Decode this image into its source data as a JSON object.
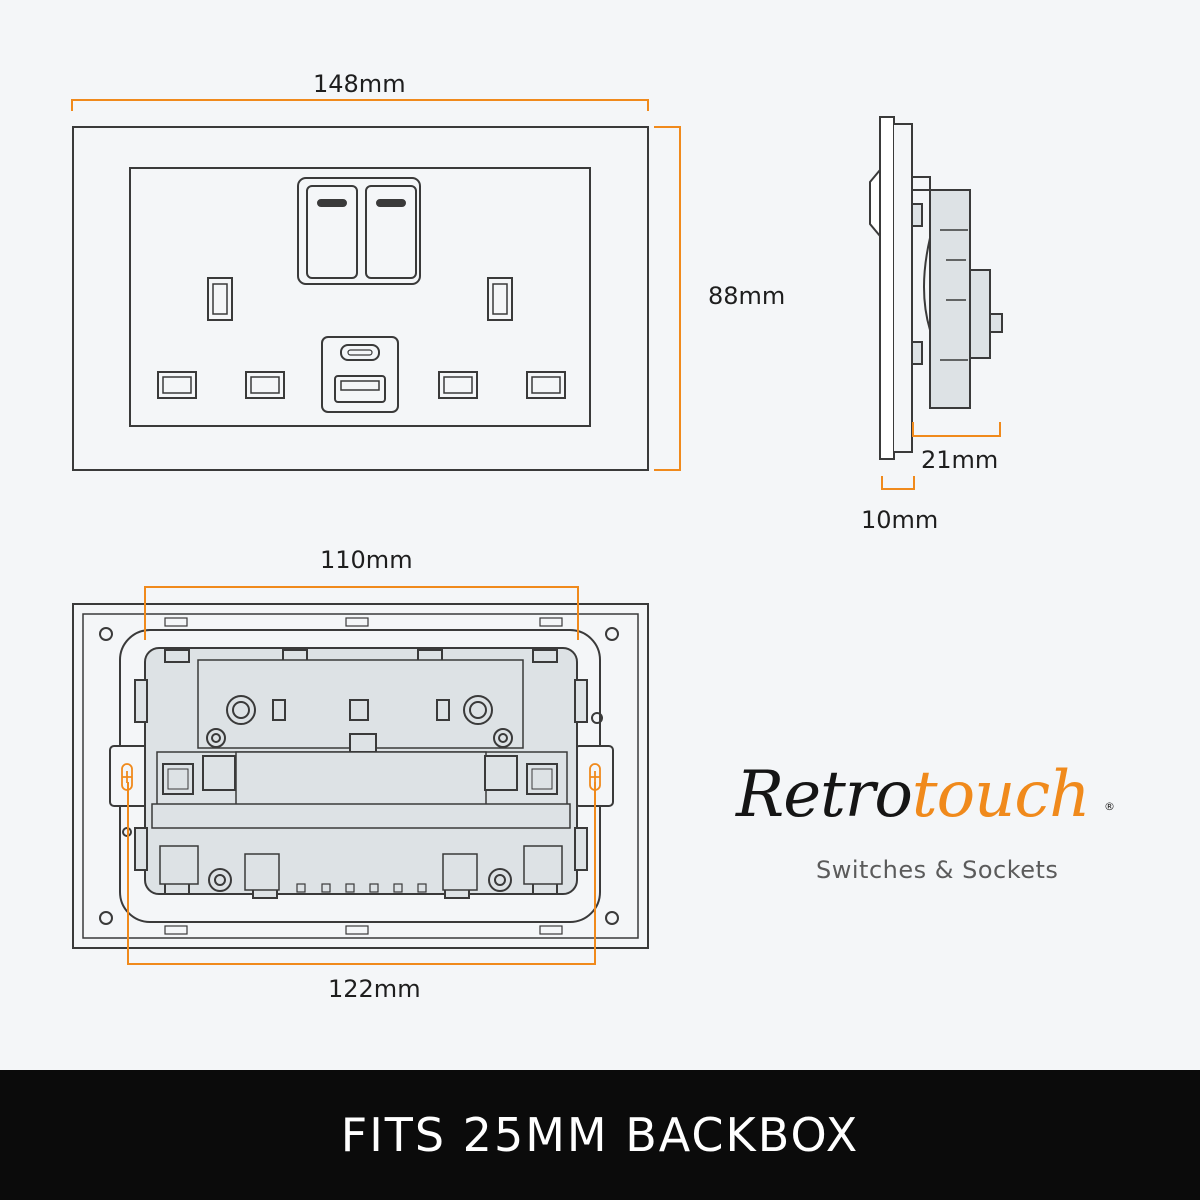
{
  "dimensions": {
    "front_width": "148mm",
    "front_height": "88mm",
    "side_depth": "21mm",
    "side_plate": "10mm",
    "back_inner_width": "110mm",
    "back_mount_width": "122mm"
  },
  "brand": {
    "name_part1": "Retro",
    "name_part2": "touch",
    "registered": "®",
    "tagline": "Switches & Sockets"
  },
  "footer": {
    "text": "FITS 25MM BACKBOX"
  },
  "colors": {
    "accent": "#f08a1c",
    "line": "#3a3a3a",
    "background": "#f4f6f8",
    "footer_bg": "#0b0b0b",
    "module_fill": "#dde2e5"
  }
}
